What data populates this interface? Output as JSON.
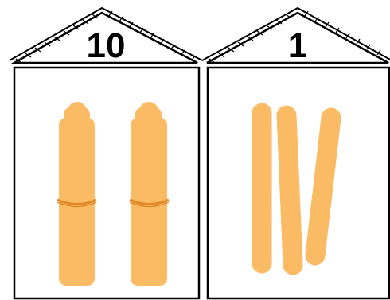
{
  "houses": [
    {
      "label": "10",
      "content": "bundles",
      "bundles_count": 2,
      "sticks_per_bundle": 10
    },
    {
      "label": "1",
      "content": "loose-sticks",
      "loose_sticks_count": 3
    }
  ],
  "colors": {
    "stick": "#FBBA64",
    "band": "#E08A2A",
    "outline": "#000000",
    "background": "#FFFFFF"
  }
}
